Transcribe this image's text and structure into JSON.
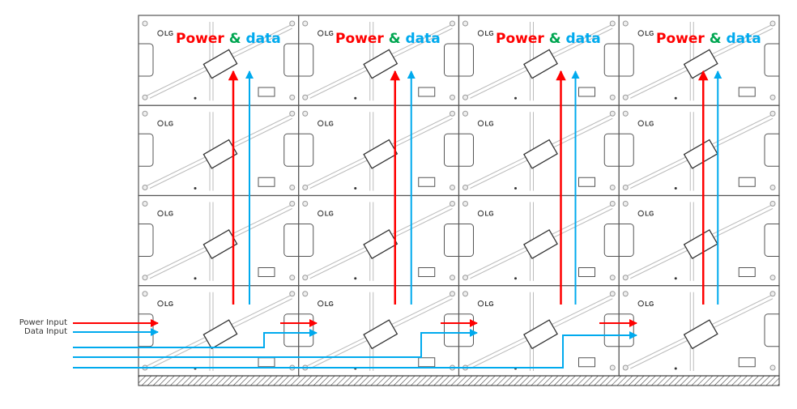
{
  "diagram": {
    "title": "LED cabinet wall power and data cabling",
    "grid": {
      "rows": 4,
      "columns": 4
    },
    "brand_label": "LG",
    "colors": {
      "power": "#ff0000",
      "data": "#00aaee",
      "ampersand": "#00a651",
      "panel_line": "#555555",
      "panel_detail": "#bbbbbb"
    },
    "column_labels": [
      {
        "power": "Power",
        "amp": "&",
        "data": "data"
      },
      {
        "power": "Power",
        "amp": "&",
        "data": "data"
      },
      {
        "power": "Power",
        "amp": "&",
        "data": "data"
      },
      {
        "power": "Power",
        "amp": "&",
        "data": "data"
      }
    ],
    "inputs": [
      {
        "label": "Power Input",
        "type": "power"
      },
      {
        "label": "Data Input",
        "type": "data"
      }
    ],
    "feed_lines": {
      "data_feeds": 3
    }
  }
}
